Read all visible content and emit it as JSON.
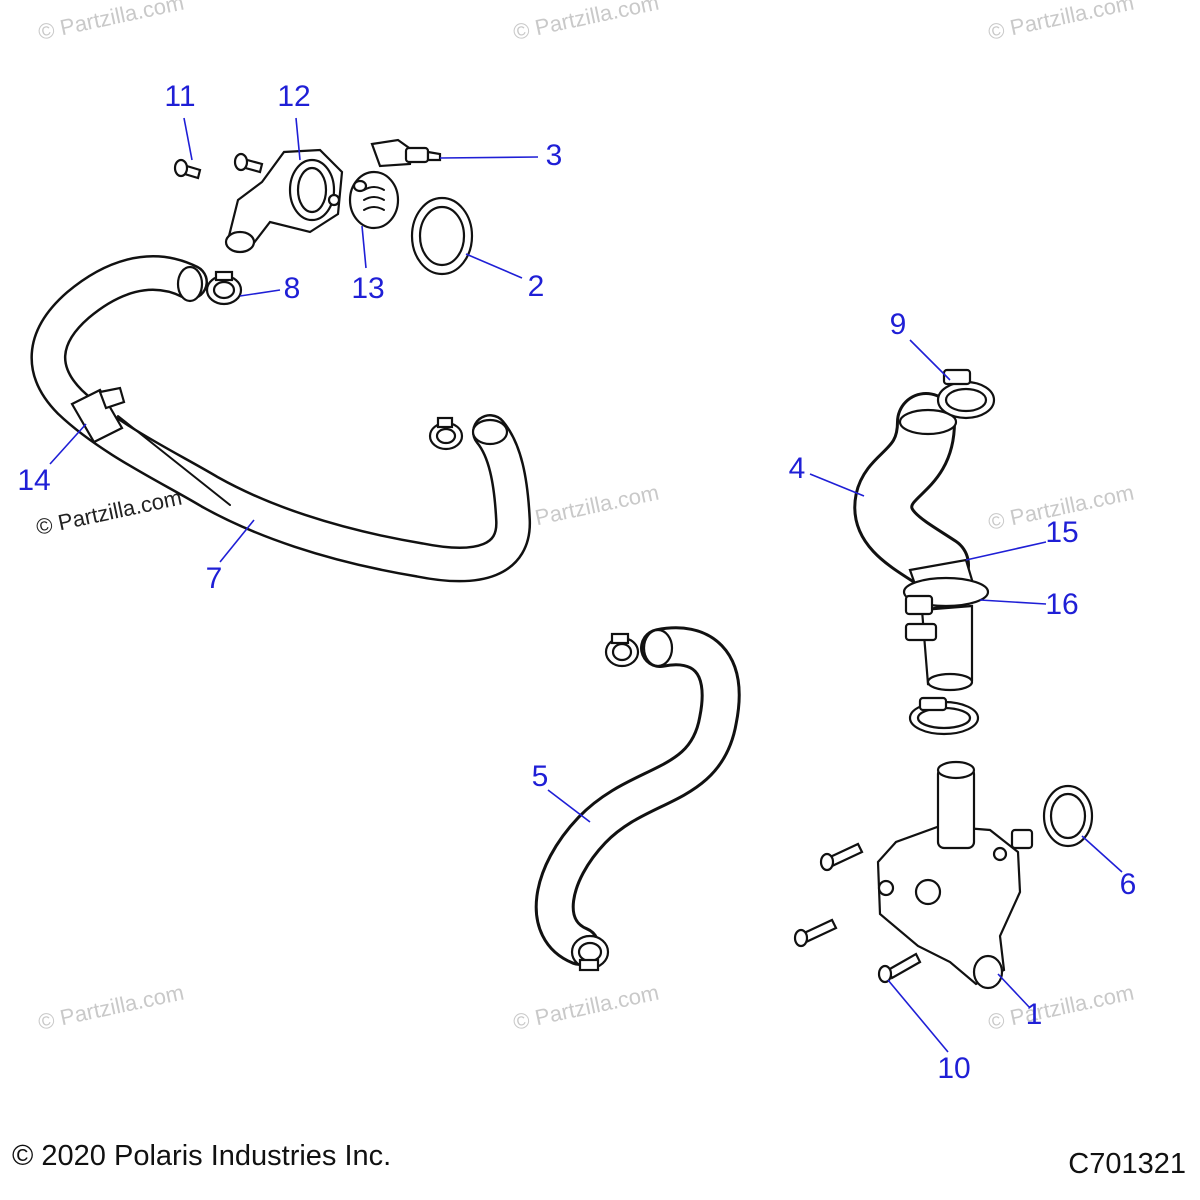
{
  "watermark": "© Partzilla.com",
  "copyright": "© 2020 Polaris Industries Inc.",
  "figure_code": "C701321",
  "callouts": [
    {
      "id": "1",
      "label": "1"
    },
    {
      "id": "2",
      "label": "2"
    },
    {
      "id": "3",
      "label": "3"
    },
    {
      "id": "4",
      "label": "4"
    },
    {
      "id": "5",
      "label": "5"
    },
    {
      "id": "6",
      "label": "6"
    },
    {
      "id": "7",
      "label": "7"
    },
    {
      "id": "8",
      "label": "8"
    },
    {
      "id": "9",
      "label": "9"
    },
    {
      "id": "10",
      "label": "10"
    },
    {
      "id": "11",
      "label": "11"
    },
    {
      "id": "12",
      "label": "12"
    },
    {
      "id": "13",
      "label": "13"
    },
    {
      "id": "14",
      "label": "14"
    },
    {
      "id": "15",
      "label": "15"
    },
    {
      "id": "16",
      "label": "16"
    }
  ],
  "colors": {
    "callout": "#1f1fd6",
    "line": "#111111",
    "watermark": "#c9c9c9"
  }
}
